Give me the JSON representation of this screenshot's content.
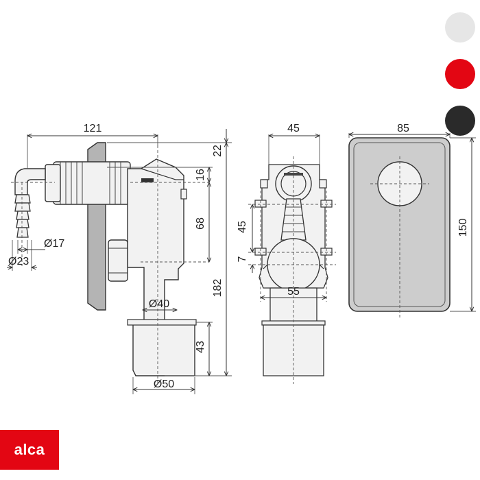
{
  "colors": {
    "outline": "#333333",
    "body_fill": "#f2f2f2",
    "cover_fill": "#b4b4b4",
    "plate_fill": "#cdcdcd",
    "dash": "#555555",
    "brand": "#e30613"
  },
  "color_swatches": [
    {
      "name": "light-grey",
      "hex": "#e6e6e6"
    },
    {
      "name": "red",
      "hex": "#e30613"
    },
    {
      "name": "black",
      "hex": "#2a2a2a"
    }
  ],
  "dimensions": {
    "side_width": "121",
    "side_top": "22",
    "side_upper": "16",
    "side_middle": "68",
    "side_total": "182",
    "side_bottom": "43",
    "hose_inner": "Ø17",
    "hose_outer": "Ø23",
    "body_diameter": "Ø40",
    "outlet_diameter": "Ø50",
    "front_width": "45",
    "front_height": "45",
    "front_gap": "7",
    "front_base": "55",
    "cover_width": "85",
    "cover_height": "150"
  },
  "brand": {
    "logo_text": "alca",
    "icon": "alca-logo"
  }
}
